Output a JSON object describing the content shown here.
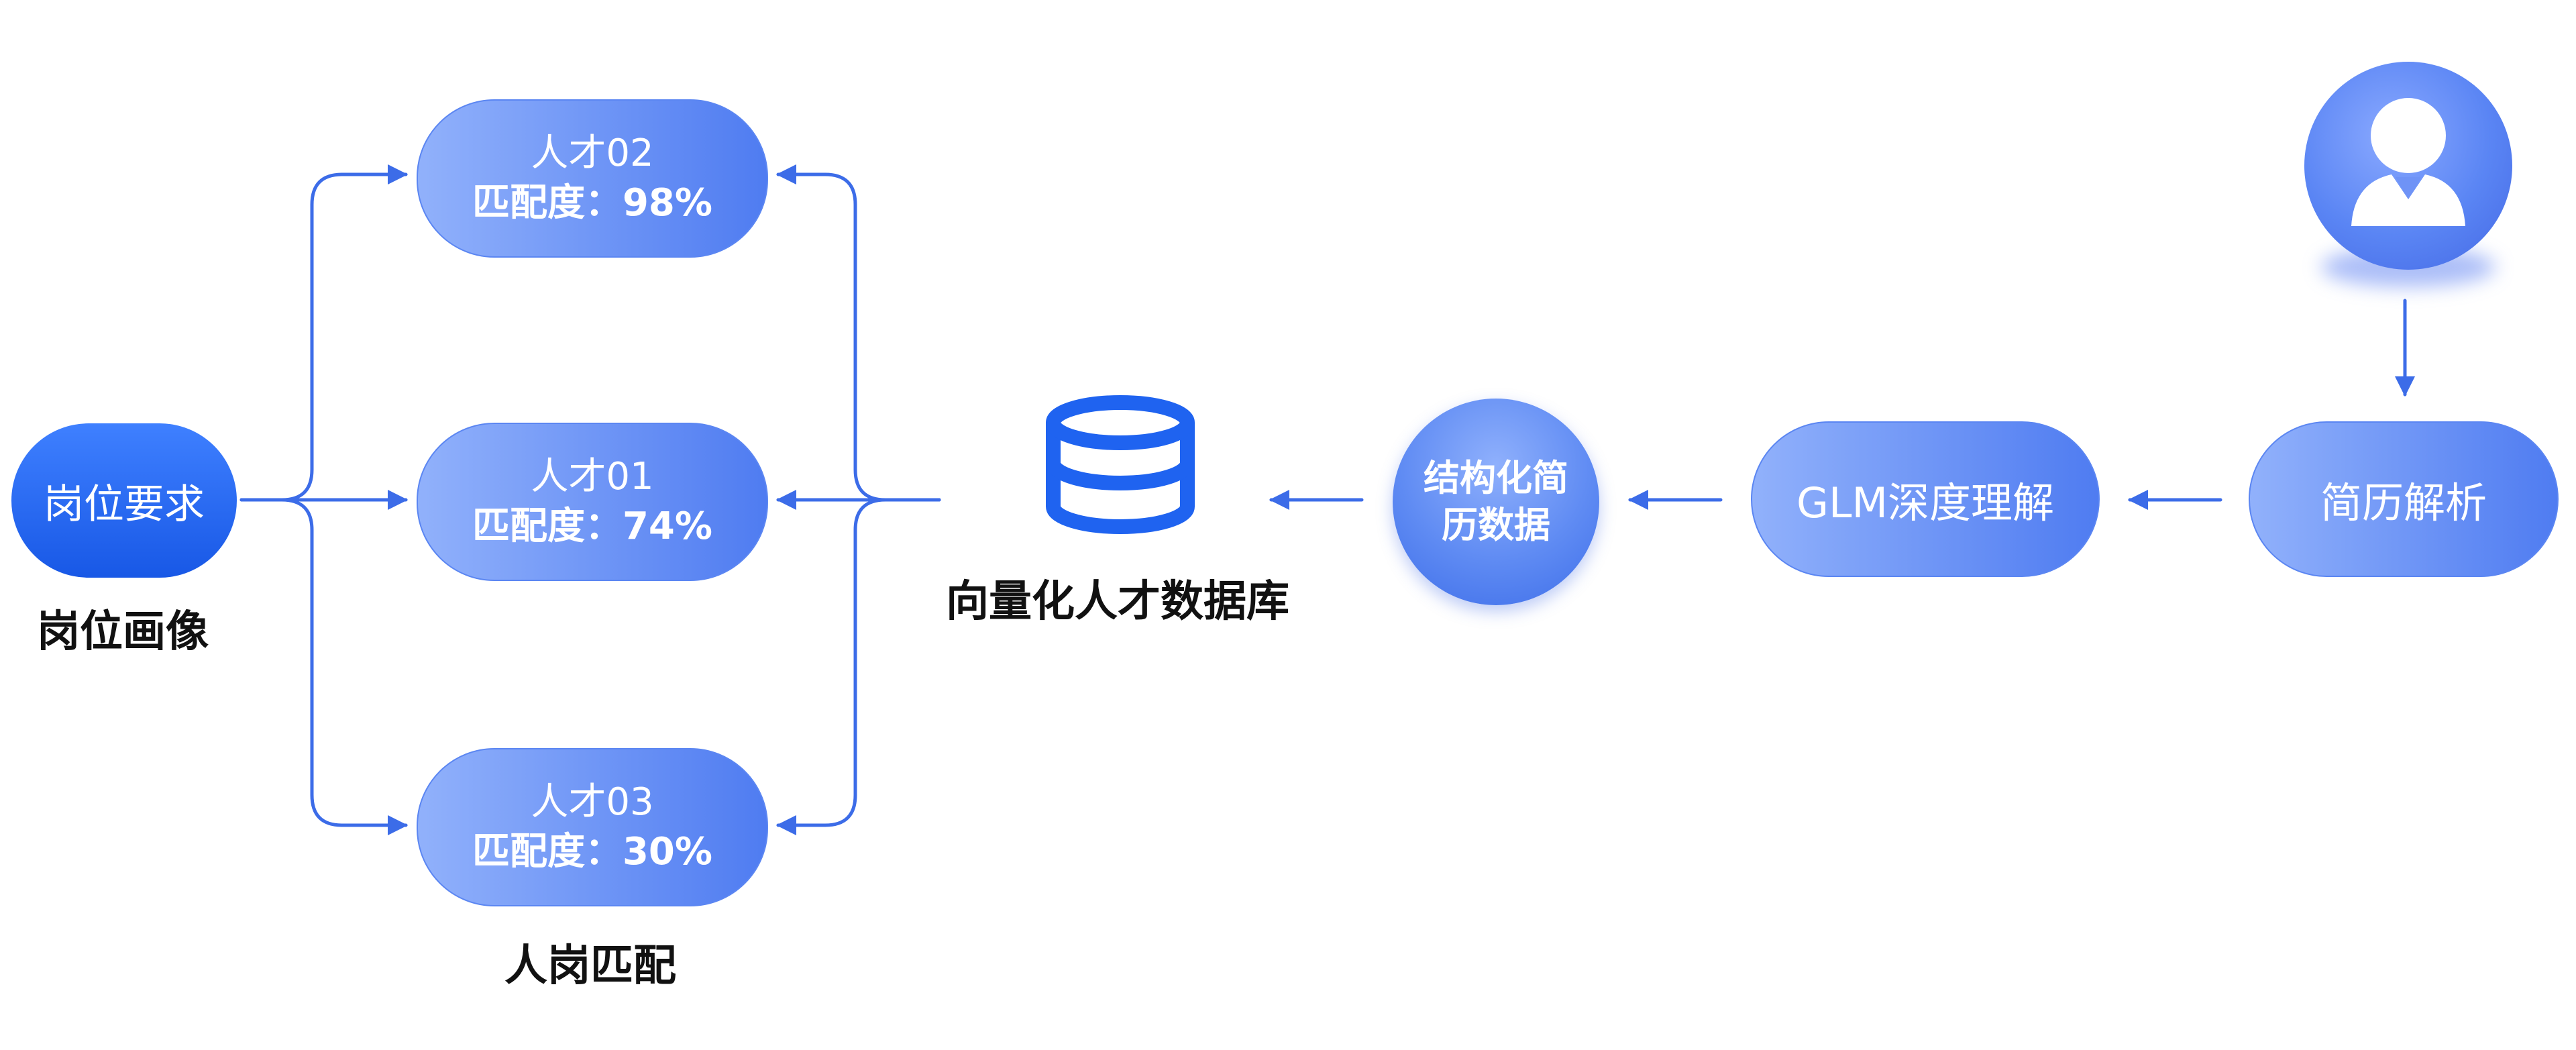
{
  "job": {
    "box_label": "岗位要求",
    "caption": "岗位画像"
  },
  "matching": {
    "caption": "人岗匹配",
    "talents": [
      {
        "name": "人才02",
        "score": "匹配度：98%"
      },
      {
        "name": "人才01",
        "score": "匹配度：74%"
      },
      {
        "name": "人才03",
        "score": "匹配度：30%"
      }
    ]
  },
  "database": {
    "caption": "向量化人才数据库",
    "icon": "database-icon"
  },
  "structured": {
    "line1": "结构化简",
    "line2": "历数据"
  },
  "glm": {
    "label": "GLM深度理解"
  },
  "parse": {
    "label": "简历解析",
    "icon": "user-avatar-icon"
  },
  "colors": {
    "arrow": "#3c6ce8",
    "accent": "#1f63f0",
    "node_light": "#91b1fb",
    "node_dark": "#4f7cf1"
  }
}
